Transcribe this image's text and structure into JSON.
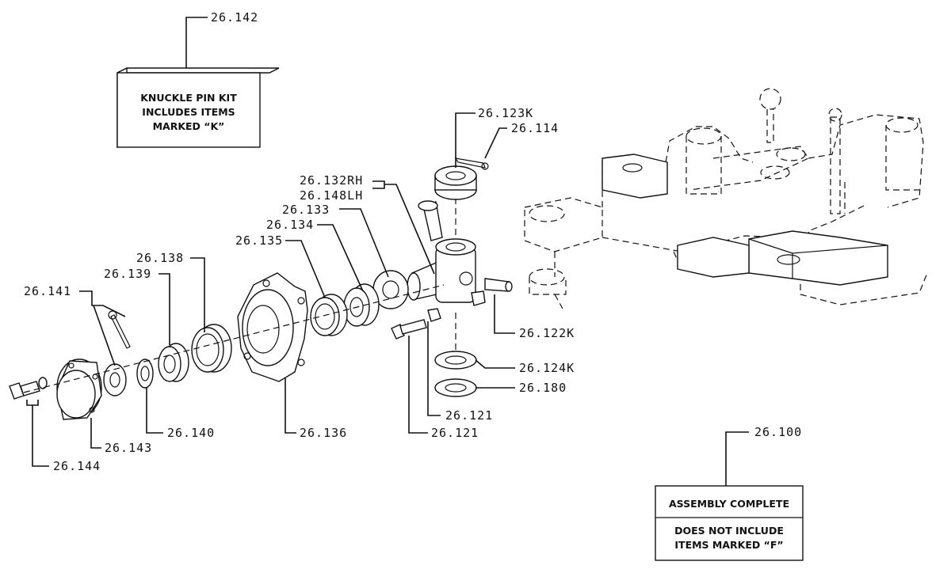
{
  "kit_box": {
    "line1": "KNUCKLE PIN KIT",
    "line2": "INCLUDES ITEMS",
    "line3": "MARKED “K”"
  },
  "assembly_box": {
    "line1": "ASSEMBLY COMPLETE",
    "line2": "DOES NOT INCLUDE",
    "line3": "ITEMS MARKED “F”"
  },
  "labels": {
    "p26_142": "26.142",
    "p26_123K": "26.123K",
    "p26_114": "26.114",
    "p26_132RH": "26.132RH",
    "p26_148LH": "26.148LH",
    "p26_133": "26.133",
    "p26_134": "26.134",
    "p26_135": "26.135",
    "p26_138": "26.138",
    "p26_139": "26.139",
    "p26_141": "26.141",
    "p26_122K": "26.122K",
    "p26_124K": "26.124K",
    "p26_180": "26.180",
    "p26_121a": "26.121",
    "p26_121b": "26.121",
    "p26_140": "26.140",
    "p26_136": "26.136",
    "p26_143": "26.143",
    "p26_144": "26.144",
    "p26_100": "26.100"
  }
}
